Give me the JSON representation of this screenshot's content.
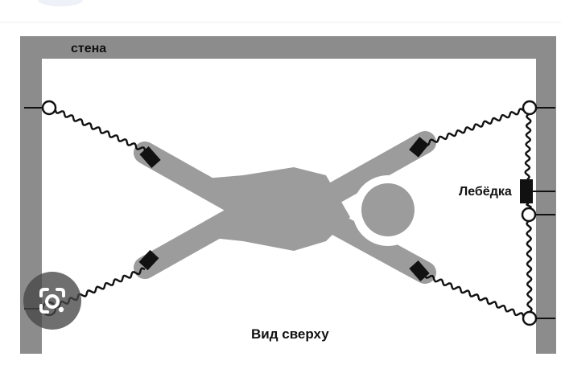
{
  "labels": {
    "wall": "стена",
    "winch": "Лебёдка",
    "view": "Вид сверху"
  },
  "icons": {
    "overlay": "google-lens-icon"
  },
  "colors": {
    "wall": "#8c8c8c",
    "figure": "#9c9c9c",
    "rope": "#111111",
    "background": "#ffffff",
    "overlay": "#464646"
  }
}
